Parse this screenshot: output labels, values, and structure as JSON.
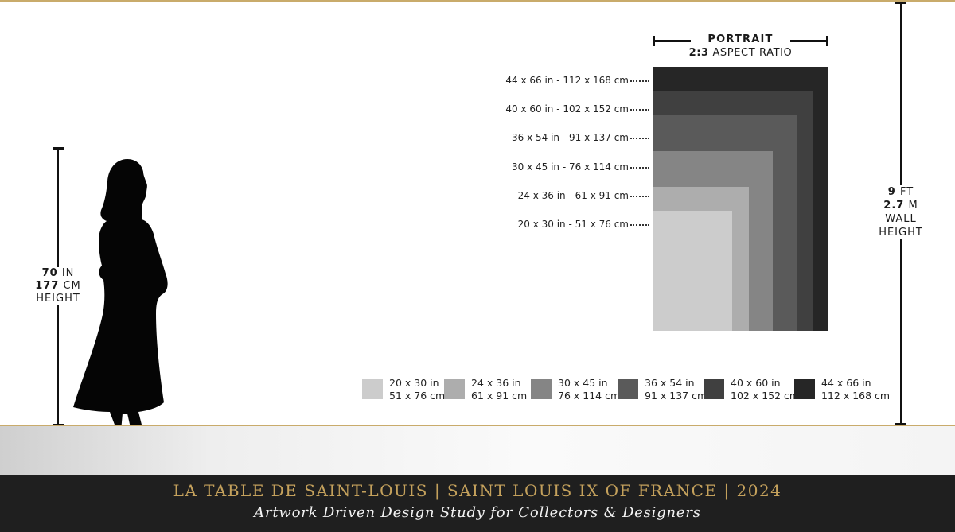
{
  "person": {
    "height_in_value": "70",
    "height_in_unit": "IN",
    "height_cm_value": "177",
    "height_cm_unit": "CM",
    "height_label": "HEIGHT"
  },
  "wall": {
    "height_ft_value": "9",
    "height_ft_unit": "FT",
    "height_m_value": "2.7",
    "height_m_unit": "M",
    "label_line1": "WALL",
    "label_line2": "HEIGHT"
  },
  "portrait": {
    "title": "PORTRAIT",
    "ratio": "2:3",
    "ratio_text": "ASPECT RATIO"
  },
  "sizes": [
    {
      "label": "44 x 66 in - 112 x 168 cm",
      "legend_in": "44 x 66 in",
      "legend_cm": "112 x 168 cm",
      "width_in": 44,
      "height_in": 66,
      "color": "#262626"
    },
    {
      "label": "40 x 60 in - 102 x 152 cm",
      "legend_in": "40 x 60 in",
      "legend_cm": "102 x 152 cm",
      "width_in": 40,
      "height_in": 60,
      "color": "#404040"
    },
    {
      "label": "36 x 54 in - 91 x 137 cm",
      "legend_in": "36 x 54 in",
      "legend_cm": "91 x 137 cm",
      "width_in": 36,
      "height_in": 54,
      "color": "#5a5a5a"
    },
    {
      "label": "30 x 45 in - 76 x 114 cm",
      "legend_in": "30 x 45 in",
      "legend_cm": "76 x 114 cm",
      "width_in": 30,
      "height_in": 45,
      "color": "#858585"
    },
    {
      "label": "24 x 36 in - 61 x 91 cm",
      "legend_in": "24 x 36 in",
      "legend_cm": "61 x 91 cm",
      "width_in": 24,
      "height_in": 36,
      "color": "#adadad"
    },
    {
      "label": "20 x 30 in - 51 x 76 cm",
      "legend_in": "20 x 30 in",
      "legend_cm": "51 x 76 cm",
      "width_in": 20,
      "height_in": 30,
      "color": "#cccccc"
    }
  ],
  "legend_order": [
    5,
    4,
    3,
    2,
    1,
    0
  ],
  "footer": {
    "title": "LA TABLE DE SAINT-LOUIS | SAINT LOUIS IX OF FRANCE | 2024",
    "subtitle": "Artwork Driven Design Study for Collectors & Designers"
  },
  "colors": {
    "gold": "#c4a15c",
    "footer_bg": "#1f1f1f"
  }
}
